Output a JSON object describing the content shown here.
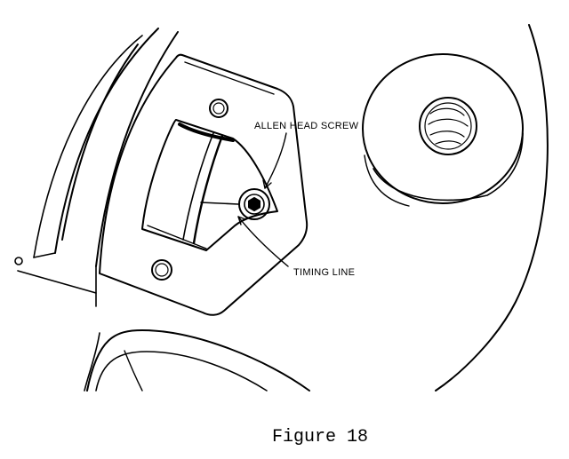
{
  "figure": {
    "caption": "Figure 18",
    "labels": {
      "allen_head_screw": "ALLEN HEAD SCREW",
      "timing_line": "TIMING LINE"
    },
    "colors": {
      "ink": "#000000",
      "paper": "#ffffff"
    }
  }
}
